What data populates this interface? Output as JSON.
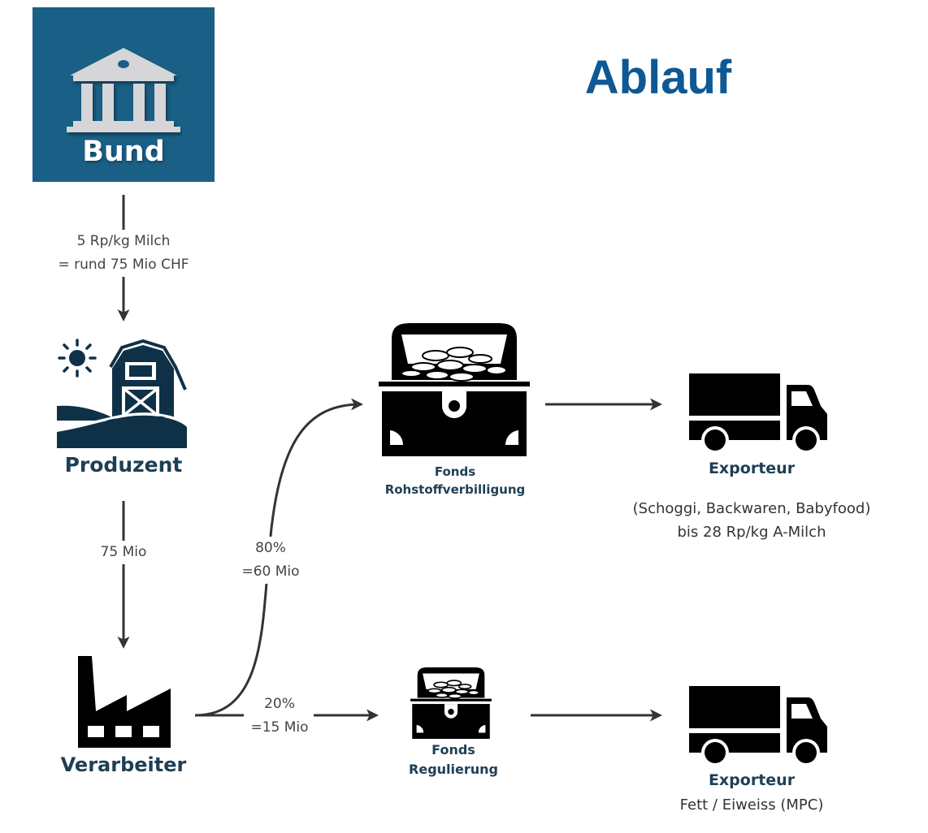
{
  "title": "Ablauf",
  "colors": {
    "bund_bg": "#1a5f86",
    "title": "#0e5895",
    "node_label": "#1d3f55",
    "icon_dark": "#0f3148",
    "icon_black": "#000000",
    "arrow": "#333333"
  },
  "nodes": {
    "bund": {
      "label": "Bund",
      "icon": "government-building-icon"
    },
    "produzent": {
      "label": "Produzent",
      "icon": "farm-barn-icon"
    },
    "verarbeiter": {
      "label": "Verarbeiter",
      "icon": "factory-icon"
    },
    "fonds_rohstoff": {
      "label_line1": "Fonds",
      "label_line2": "Rohstoffverbilligung",
      "icon": "treasure-chest-icon"
    },
    "fonds_regulierung": {
      "label_line1": "Fonds",
      "label_line2": "Regulierung",
      "icon": "treasure-chest-icon"
    },
    "exporteur_1": {
      "label": "Exporteur",
      "icon": "truck-icon",
      "note_line1": "(Schoggi, Backwaren, Babyfood)",
      "note_line2": "bis 28 Rp/kg A-Milch"
    },
    "exporteur_2": {
      "label": "Exporteur",
      "icon": "truck-icon",
      "note_line1": "Fett / Eiweiss (MPC)"
    }
  },
  "flows": {
    "bund_to_produzent": {
      "line1": "5 Rp/kg Milch",
      "line2": "= rund 75 Mio CHF"
    },
    "produzent_to_verarbeiter": {
      "line1": "75 Mio"
    },
    "verarbeiter_to_rohstoff": {
      "line1": "80%",
      "line2": "=60 Mio"
    },
    "verarbeiter_to_regulierung": {
      "line1": "20%",
      "line2": "=15 Mio"
    }
  }
}
